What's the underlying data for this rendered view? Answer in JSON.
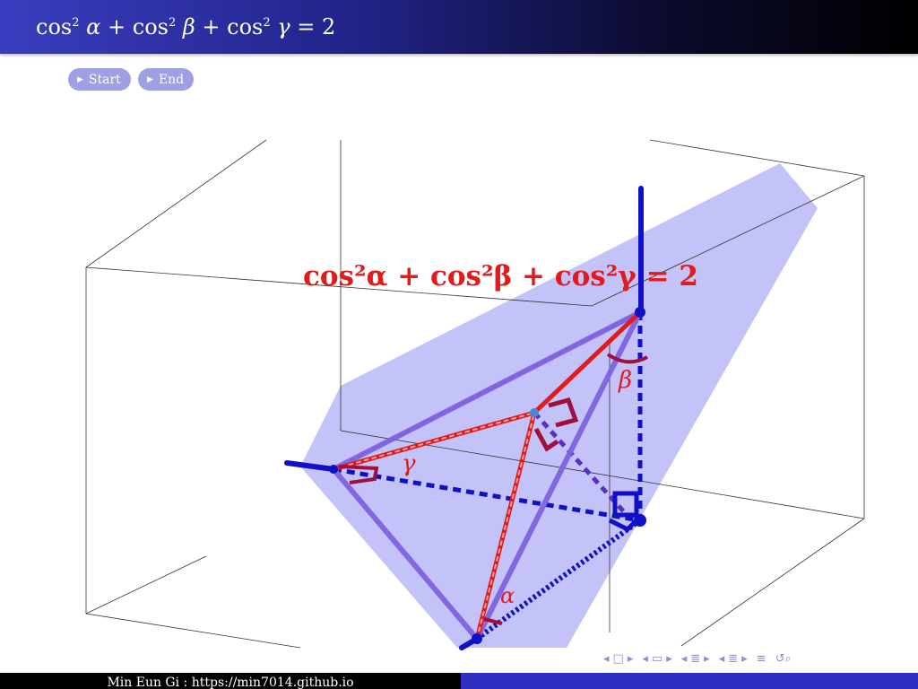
{
  "header": {
    "title_parts": {
      "cos": "cos",
      "sq": "2",
      "alpha": "α",
      "beta": "β",
      "gamma": "γ",
      "plus": "+",
      "equals": "=",
      "two": "2"
    }
  },
  "buttons": {
    "start_label": "Start",
    "end_label": "End"
  },
  "diagram": {
    "equation": "cos²α + cos²β + cos²γ = 2",
    "angle_labels": {
      "alpha": "α",
      "beta": "β",
      "gamma": "γ"
    },
    "colors": {
      "plane": "#b8b8f8",
      "axis": "#1010c8",
      "red": "#e31a1a",
      "dark_red": "#a0103c",
      "purple": "#7f63e0",
      "box": "#333333"
    }
  },
  "navigation": {
    "icons": [
      "nav-left-icon",
      "frame-icon",
      "nav-right-icon",
      "section-icon",
      "subsection-icon",
      "align-icon",
      "search-icon"
    ]
  },
  "footer": {
    "author": "Min Eun Gi : https://min7014.github.io"
  }
}
